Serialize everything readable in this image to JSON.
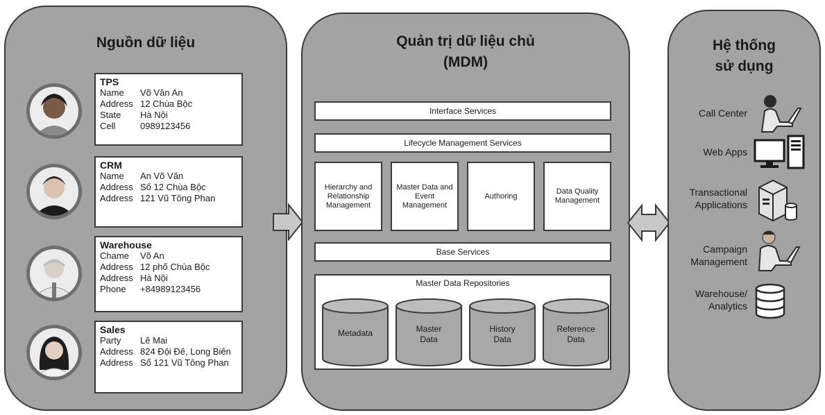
{
  "sources": {
    "title": "Nguồn dữ liệu",
    "cards": [
      {
        "title": "TPS",
        "rows": [
          {
            "label": "Name",
            "value": "Võ Văn An"
          },
          {
            "label": "Address",
            "value": "12 Chùa Bộc"
          },
          {
            "label": "State",
            "value": "Hà Nội"
          },
          {
            "label": "Cell",
            "value": "0989123456"
          }
        ]
      },
      {
        "title": "CRM",
        "rows": [
          {
            "label": "Name",
            "value": "An Võ Văn"
          },
          {
            "label": "Address",
            "value": "Số 12 Chùa Bộc"
          },
          {
            "label": "Address",
            "value": "121 Vũ Tông Phan"
          }
        ]
      },
      {
        "title": "Warehouse",
        "rows": [
          {
            "label": "Chame",
            "value": "Võ An"
          },
          {
            "label": "Address",
            "value": "12 phố Chùa Bộc"
          },
          {
            "label": "Address",
            "value": "Hà Nội"
          },
          {
            "label": "Phone",
            "value": "+84989123456"
          }
        ]
      },
      {
        "title": "Sales",
        "rows": [
          {
            "label": "Party",
            "value": "Lê Mai"
          },
          {
            "label": "Address",
            "value": "824 Đội Đê, Long Biên"
          },
          {
            "label": "Address",
            "value": "Số 121 Vũ Tông Phan"
          }
        ]
      }
    ]
  },
  "mdm": {
    "title_line1": "Quản trị dữ liệu chủ",
    "title_line2": "(MDM)",
    "interface_services": "Interface Services",
    "lifecycle_services": "Lifecycle Management Services",
    "modules": [
      "Hierarchy and Relationship Management",
      "Master Data and Event Management",
      "Authoring",
      "Data Quality Management"
    ],
    "base_services": "Base Services",
    "repositories": {
      "title": "Master Data Repositories",
      "items": [
        "Metadata",
        "Master Data",
        "History Data",
        "Reference Data"
      ]
    }
  },
  "usage": {
    "title_line1": "Hệ thống",
    "title_line2": "sử dụng",
    "items": [
      {
        "label": "Call Center",
        "icon": "call-center-icon"
      },
      {
        "label": "Web Apps",
        "icon": "computer-icon"
      },
      {
        "label": "Transactional Applications",
        "icon": "server-icon"
      },
      {
        "label": "Campaign Management",
        "icon": "person-laptop-icon"
      },
      {
        "label": "Warehouse/ Analytics",
        "icon": "database-icon"
      }
    ]
  },
  "colors": {
    "panel": "#a3a3a3",
    "box": "#ffffff",
    "border": "#3a3a3a"
  }
}
